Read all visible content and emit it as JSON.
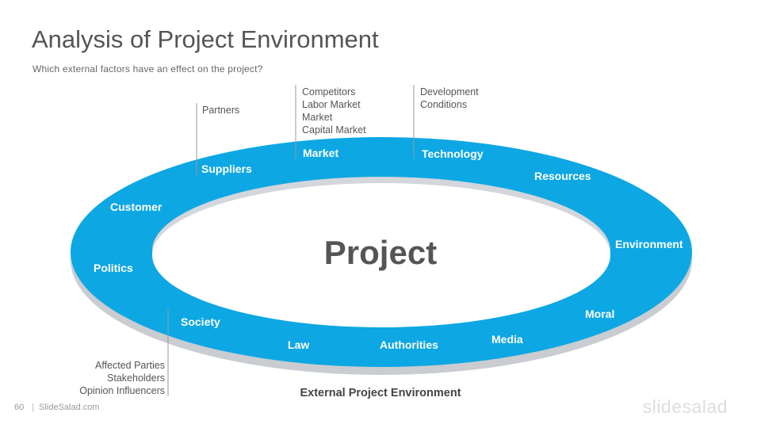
{
  "slide": {
    "title": "Analysis of Project Environment",
    "subtitle": "Which external factors have an effect on the project?"
  },
  "diagram": {
    "center": "Project",
    "caption": "External Project Environment",
    "ring_color": "#0DA7E4",
    "ring_labels": {
      "suppliers": "Suppliers",
      "market": "Market",
      "technology": "Technology",
      "resources": "Resources",
      "environment": "Environment",
      "moral": "Moral",
      "media": "Media",
      "authorities": "Authorities",
      "law": "Law",
      "society": "Society",
      "politics": "Politics",
      "customer": "Customer"
    },
    "notes": {
      "partners": [
        "Partners"
      ],
      "market": [
        "Competitors",
        "Labor Market",
        "Market",
        "Capital Market"
      ],
      "technology": [
        "Development",
        "Conditions"
      ],
      "society": [
        "Affected Parties",
        "Stakeholders",
        "Opinion Influencers"
      ]
    }
  },
  "footer": {
    "page_number": "60",
    "site": "SlideSalad.com",
    "logo": "slidesalad"
  }
}
